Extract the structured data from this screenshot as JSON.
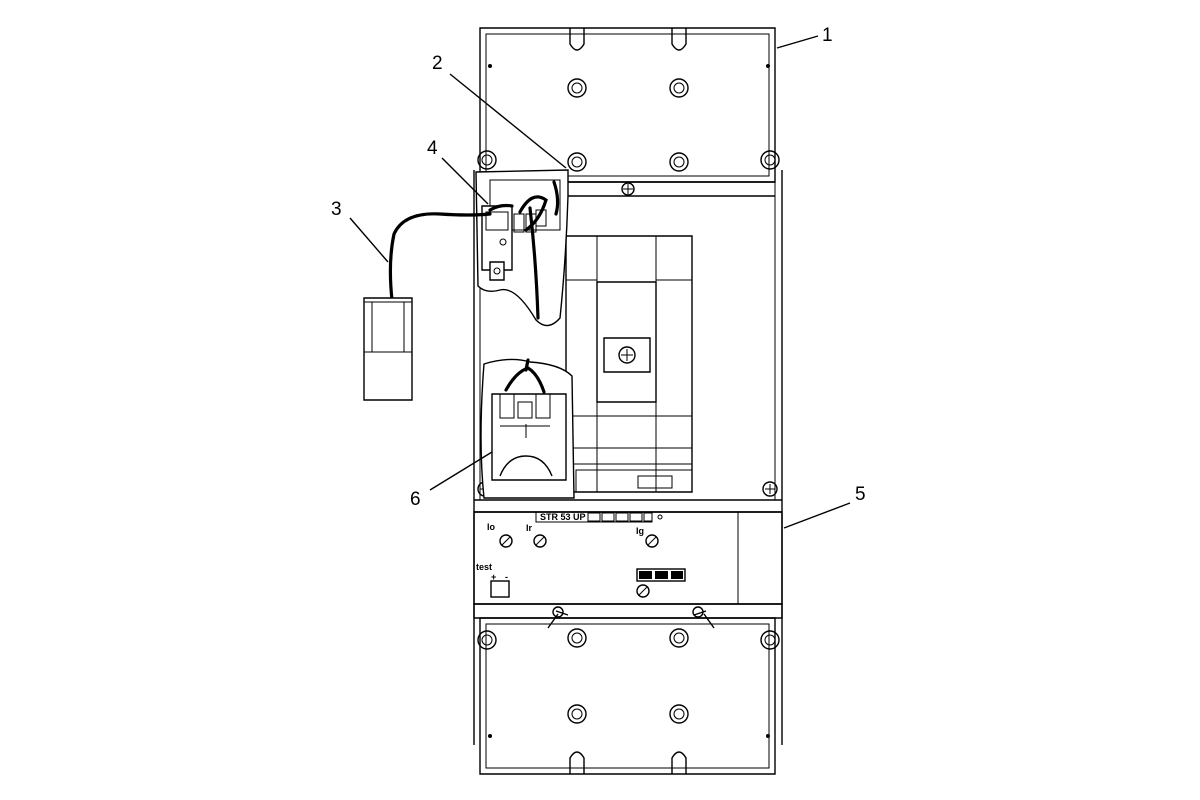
{
  "callouts": {
    "c1": "1",
    "c2": "2",
    "c3": "3",
    "c4": "4",
    "c5": "5",
    "c6": "6"
  },
  "trip_unit": {
    "model": "STR 53 UP",
    "io": "Io",
    "ir": "Ir",
    "ig": "Ig",
    "test": "test",
    "plus": "+",
    "minus": "-"
  },
  "colors": {
    "line": "#000000",
    "background": "#ffffff"
  }
}
